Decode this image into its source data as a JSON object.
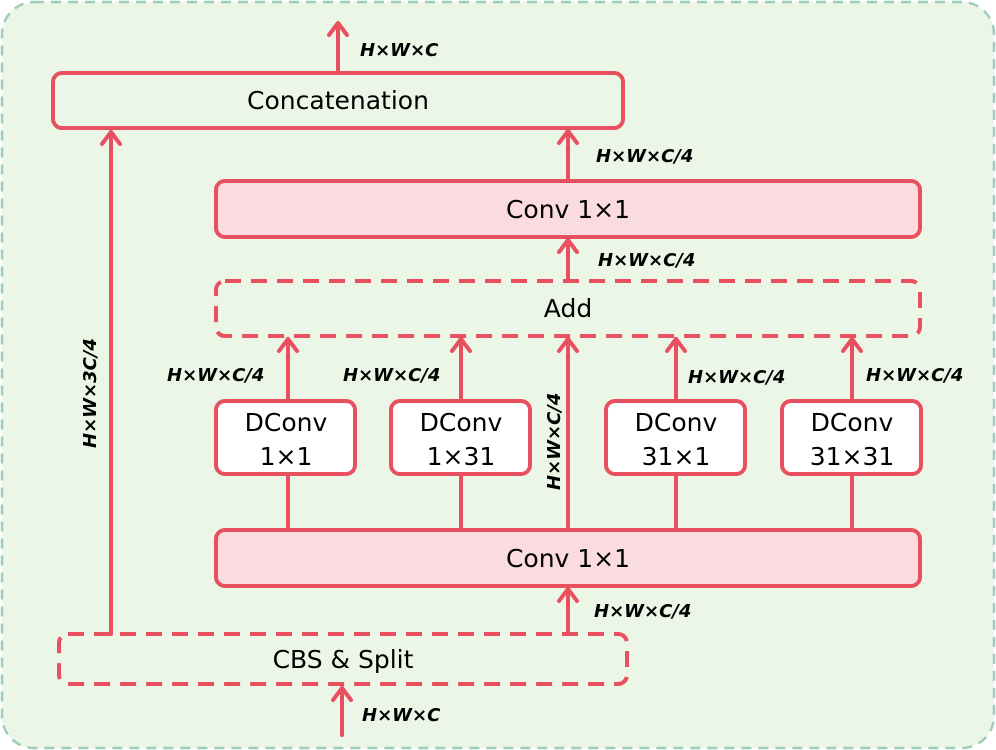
{
  "colors": {
    "accent": "#e8505f",
    "conv_fill": "#fadbe0",
    "background": "#ecf6e7",
    "container_border": "#9ecdb9",
    "dconv_fill": "#ffffff"
  },
  "nodes": {
    "concatenation": "Concatenation",
    "conv_top": "Conv 1×1",
    "add": "Add",
    "dconv_1x1": {
      "line1": "DConv",
      "line2": "1×1"
    },
    "dconv_1x31": {
      "line1": "DConv",
      "line2": "1×31"
    },
    "dconv_31x1": {
      "line1": "DConv",
      "line2": "31×1"
    },
    "dconv_31x31": {
      "line1": "DConv",
      "line2": "31×31"
    },
    "conv_bottom": "Conv 1×1",
    "cbs_split": "CBS & Split"
  },
  "dims": {
    "output": "H×W×C",
    "conv_top_out": "H×W×C/4",
    "add_out": "H×W×C/4",
    "dconv_1x1_out": "H×W×C/4",
    "dconv_1x31_out": "H×W×C/4",
    "identity_branch": "H×W×C/4",
    "dconv_31x1_out": "H×W×C/4",
    "dconv_31x31_out": "H×W×C/4",
    "split_to_conv": "H×W×C/4",
    "split_to_concat": "H×W×3C/4",
    "input": "H×W×C"
  }
}
